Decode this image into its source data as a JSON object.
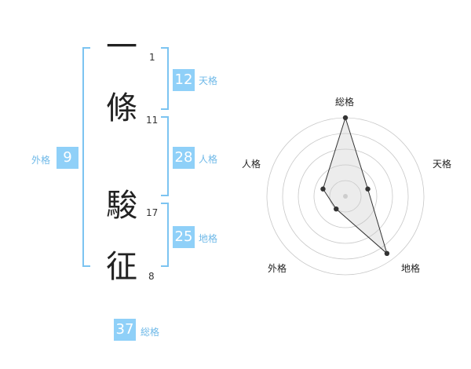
{
  "name": {
    "characters": [
      {
        "char": "一",
        "strokes": "1"
      },
      {
        "char": "條",
        "strokes": "11"
      },
      {
        "char": "駿",
        "strokes": "17"
      },
      {
        "char": "征",
        "strokes": "8"
      }
    ]
  },
  "fortunes": {
    "tenkaku": {
      "value": "12",
      "label": "天格"
    },
    "jinkaku": {
      "value": "28",
      "label": "人格"
    },
    "chikaku": {
      "value": "25",
      "label": "地格"
    },
    "gaikaku": {
      "value": "9",
      "label": "外格"
    },
    "soukaku": {
      "value": "37",
      "label": "総格"
    }
  },
  "colors": {
    "accent": "#8fd0f8",
    "bracket": "#7cc4f1",
    "label": "#6fb9e8"
  },
  "chart_data": {
    "type": "radar",
    "axes": [
      "総格",
      "天格",
      "地格",
      "外格",
      "人格"
    ],
    "values": [
      5,
      1.5,
      4.5,
      1,
      1.5
    ],
    "max": 5,
    "rings": 5
  }
}
